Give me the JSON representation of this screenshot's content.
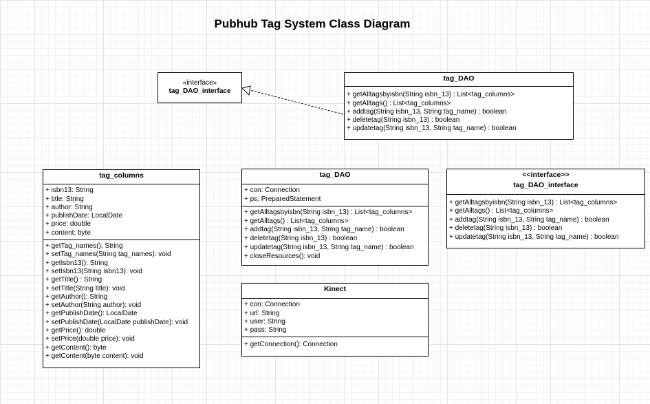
{
  "title": "Pubhub Tag System Class Diagram",
  "top_interface": {
    "stereotype": "«interface»",
    "name": "tag_DAO_interface"
  },
  "top_dao": {
    "name": "tag_DAO",
    "methods": [
      "+ getAlltagsbyisbn(String isbn_13) : List<tag_columns>",
      "+ getAlltags() : List<tag_columns>",
      "+ addtag(String isbn_13, String tag_name) : boolean",
      "+ deletetag(String isbn_13) : boolean",
      "+ updatetag(String isbn_13, String tag_name) : boolean"
    ]
  },
  "tag_columns": {
    "name": "tag_columns",
    "attributes": [
      "+ isbn13: String",
      "+ title: String",
      "+ author: String",
      "+ publishDate: LocalDate",
      "+ price: double",
      "+ content: byte"
    ],
    "methods": [
      "+ getTag_names(): String",
      "+ setTag_names(String tag_names): void",
      "+ getIsbn13(): String",
      "+ setIsbn13(String isbn13): void",
      "+ getTitle() : String",
      "+ setTitle(String title): void",
      "+ getAuthor(): String",
      "+ setAuthor(String author): void",
      "+ getPublishDate(): LocalDate",
      "+ setPublishDate(LocalDate publishDate): void",
      "+ getPrice(): double",
      "+ setPrice(double price): void",
      "+ getContent(): byte",
      "+ getContent(byte content): void"
    ]
  },
  "mid_dao": {
    "name": "tag_DAO",
    "attributes": [
      "+ con: Connection",
      "+ ps: PreparedStatement"
    ],
    "methods": [
      "+ getAlltagsbyisbn(String isbn_13) : List<tag_columns>",
      "+ getAlltags() : List<tag_columns>",
      "+ addtag(String isbn_13, String tag_name) : boolean",
      "+ deletetag(String isbn_13) : boolean",
      "+ updatetag(String isbn_13, String tag_name) : boolean",
      "+ closeResources(): void"
    ]
  },
  "kinect": {
    "name": "Kinect",
    "attributes": [
      "+ con: Connection",
      "+ url: String",
      "+ user: String",
      "+ pass: String"
    ],
    "methods": [
      "+ getConnection(): Connection"
    ]
  },
  "right_interface": {
    "stereotype": "<<interface>>",
    "name": "tag_DAO_interface",
    "methods": [
      "+ getAlltagsbyisbn(String isbn_13) : List<tag_columns>",
      "+ getAlltags() : List<tag_columns>",
      "+ addtag(String isbn_13, String tag_name) : boolean",
      "+ deletetag(String isbn_13) : boolean",
      "+ updatetag(String isbn_13, String tag_name) : boolean"
    ]
  }
}
